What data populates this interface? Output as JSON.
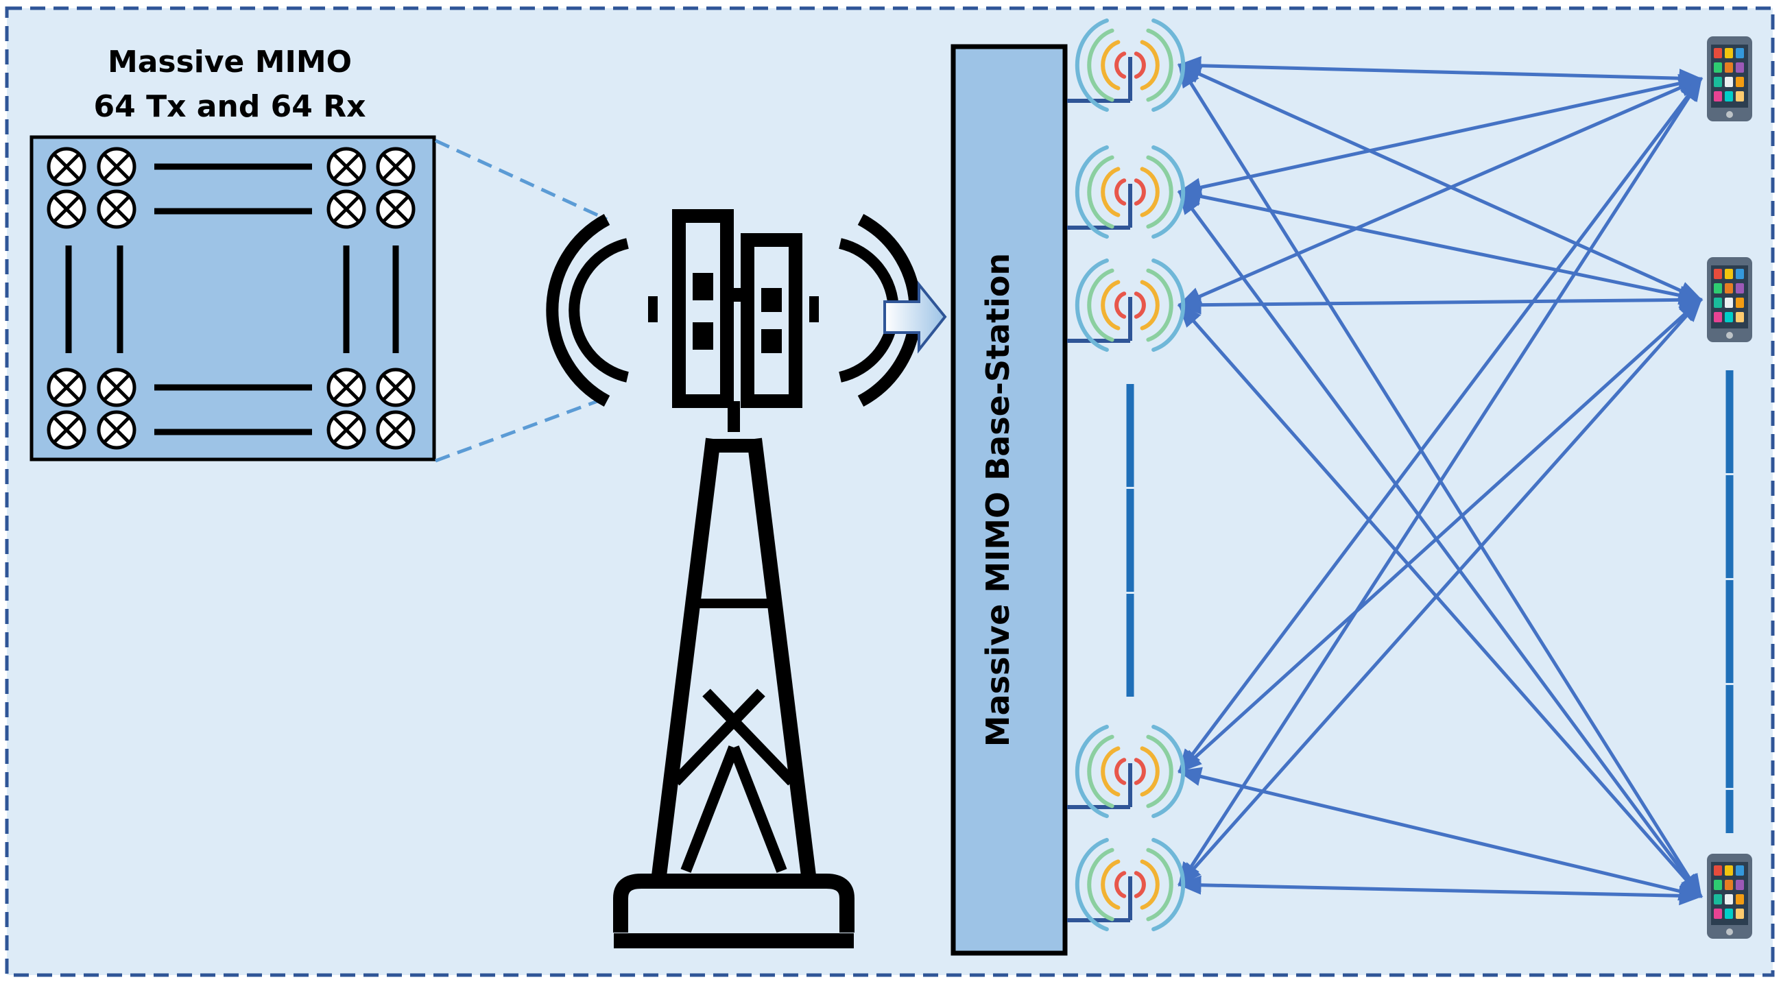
{
  "colors": {
    "background": "#ddebf7",
    "frame": "#2f5597",
    "panel": "#9dc3e6",
    "link": "#4472c4",
    "dots": "#1f6fb8",
    "ink": "#000000"
  },
  "antenna_panel": {
    "title_line1": "Massive MIMO",
    "title_line2": "64 Tx and 64 Rx"
  },
  "base_station": {
    "label": "Massive MIMO Base-Station"
  },
  "icons": {
    "element": "antenna-element-icon",
    "tower": "cell-tower-icon",
    "arrow": "right-arrow-icon",
    "antenna": "radiating-antenna-icon",
    "phone": "smartphone-icon"
  },
  "diagram": {
    "antenna_count_shown": 5,
    "user_count_shown": 3,
    "links": "every antenna to every user, bidirectional"
  }
}
